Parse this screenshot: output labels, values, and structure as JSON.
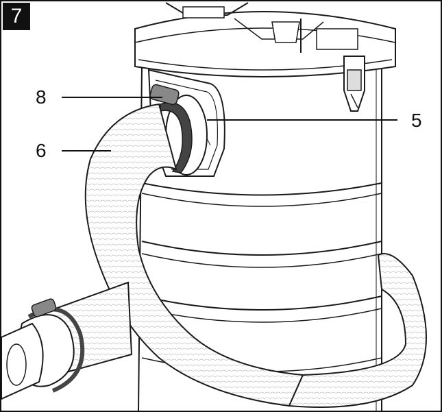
{
  "figure": {
    "number": "7"
  },
  "callouts": [
    {
      "id": "8",
      "label": "8"
    },
    {
      "id": "5",
      "label": "5"
    },
    {
      "id": "6",
      "label": "6"
    }
  ],
  "illustration": {
    "line_color": "#1a1a1a",
    "fill_color": "#ffffff",
    "shade_color": "#e8e8e8",
    "dark_color": "#444444"
  }
}
